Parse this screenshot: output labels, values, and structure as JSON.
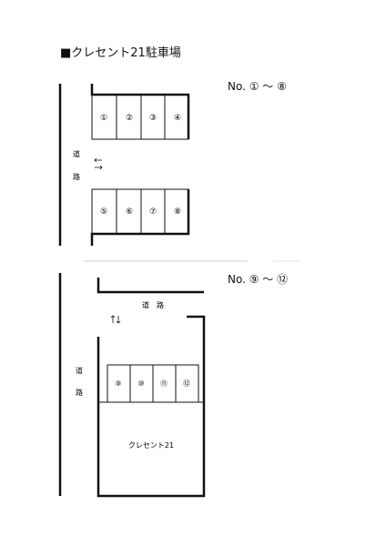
{
  "title": "■クレセント21駐車場",
  "section1": {
    "range_label": "No. ① ～ ⑧",
    "road_label_chars": [
      "道",
      "路"
    ],
    "direction_arrows": "←→",
    "top_spaces": [
      "①",
      "②",
      "③",
      "④"
    ],
    "bottom_spaces": [
      "⑤",
      "⑥",
      "⑦",
      "⑧"
    ]
  },
  "section2": {
    "range_label": "No. ⑨ ～ ⑫",
    "top_road_label": "道　路",
    "direction_arrows": "↑↓",
    "side_road_chars": [
      "道",
      "路"
    ],
    "spaces": [
      "⑨",
      "⑩",
      "⑪",
      "⑫"
    ],
    "building_label": "クレセント21"
  }
}
